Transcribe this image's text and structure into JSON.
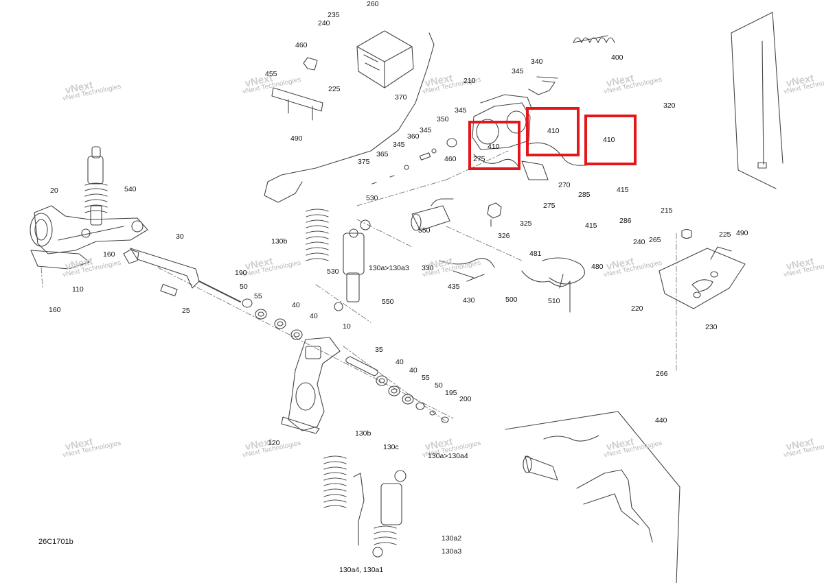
{
  "diagram": {
    "code": "26C1701b",
    "watermark": {
      "line1": "vNext Technologies",
      "line2": "vNext"
    },
    "accent_color": "#e3161b",
    "callouts": [
      "235",
      "240",
      "260",
      "460",
      "455",
      "225",
      "490",
      "370",
      "210",
      "345",
      "340",
      "400",
      "320",
      "345",
      "350",
      "360",
      "345",
      "345",
      "365",
      "375",
      "410",
      "275",
      "410",
      "410",
      "270",
      "460",
      "275",
      "530",
      "285",
      "415",
      "415",
      "286",
      "325",
      "326",
      "550",
      "20",
      "540",
      "30",
      "130b",
      "130a>130a3",
      "330",
      "481",
      "480",
      "215",
      "240",
      "265",
      "225",
      "490",
      "160",
      "110",
      "160",
      "190",
      "50",
      "55",
      "40",
      "40",
      "530",
      "550",
      "435",
      "430",
      "500",
      "510",
      "220",
      "230",
      "266",
      "25",
      "10",
      "35",
      "40",
      "40",
      "55",
      "50",
      "195",
      "200",
      "120",
      "440",
      "130b",
      "130c",
      "130a>130a4",
      "130a2",
      "130a3",
      "130a4, 130a1"
    ],
    "highlighted_callouts": [
      "410",
      "410",
      "410"
    ]
  }
}
